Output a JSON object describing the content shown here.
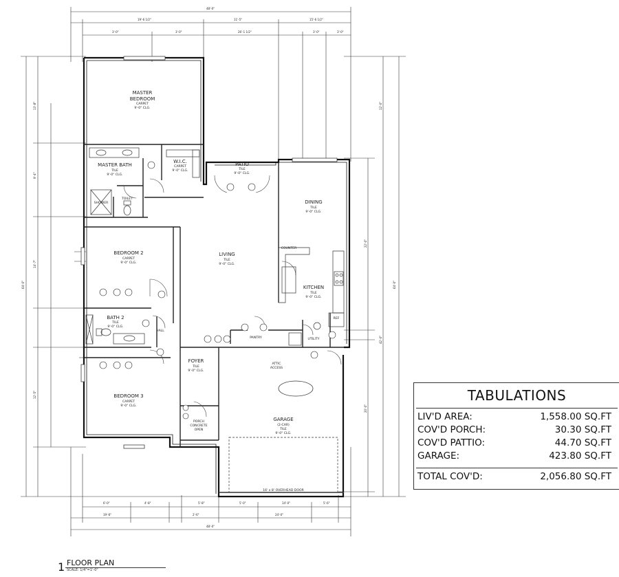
{
  "rooms": {
    "master_bedroom": {
      "name": "MASTER",
      "name2": "BEDROOM",
      "finish": "CARPET",
      "clg": "9'-0\" CLG."
    },
    "master_bath": {
      "name": "MASTER BATH",
      "finish": "TILE",
      "clg": "9'-0\" CLG."
    },
    "wic": {
      "name": "W.I.C.",
      "finish": "CARPET",
      "clg": "9'-0\" CLG."
    },
    "shower": {
      "name": "SHOWER"
    },
    "toilet": {
      "name": "TOILET"
    },
    "patio": {
      "name": "PATIO",
      "finish": "TILE",
      "clg": "9'-0\" CLG."
    },
    "dining": {
      "name": "DINING",
      "finish": "TILE",
      "clg": "9'-0\" CLG."
    },
    "bedroom2": {
      "name": "BEDROOM 2",
      "finish": "CARPET",
      "clg": "9'-0\" CLG."
    },
    "living": {
      "name": "LIVING",
      "finish": "TILE",
      "clg": "9'-0\" CLG."
    },
    "counter": {
      "name": "COUNTER"
    },
    "kitchen": {
      "name": "KITCHEN",
      "finish": "TILE",
      "clg": "9'-0\" CLG."
    },
    "bath2": {
      "name": "BATH 2",
      "finish": "TILE",
      "clg": "9'-0\" CLG."
    },
    "hall": {
      "name": "HALL"
    },
    "pantry": {
      "name": "PANTRY"
    },
    "utility": {
      "name": "UTILITY"
    },
    "ref": {
      "name": "REF"
    },
    "foyer": {
      "name": "FOYER",
      "finish": "TILE",
      "clg": "9'-0\" CLG."
    },
    "attic": {
      "name": "ATTIC",
      "name2": "ACCESS"
    },
    "garage": {
      "name": "GARAGE",
      "name2": "(2-CAR)",
      "finish": "TILE",
      "clg": "9'-0\" CLG."
    },
    "bedroom3": {
      "name": "BEDROOM 3",
      "finish": "CARPET",
      "clg": "9'-0\" CLG."
    },
    "porch": {
      "name": "PORCH",
      "finish": "CONCRETE",
      "clg": "OPEN"
    },
    "overhead_door": {
      "name": "16' x 8' OVERHEAD DOOR"
    }
  },
  "tabulations": {
    "title": "TABULATIONS",
    "rows": [
      {
        "label": "LIV'D AREA:",
        "value": "1,558.00 SQ.FT"
      },
      {
        "label": "COV'D PORCH:",
        "value": "30.30 SQ.FT"
      },
      {
        "label": "COV'D PATTIO:",
        "value": "44.70 SQ.FT"
      },
      {
        "label": "GARAGE:",
        "value": "423.80 SQ.FT"
      }
    ],
    "total": {
      "label": "TOTAL COV'D:",
      "value": "2,056.80 SQ.FT"
    }
  },
  "title_block": {
    "number": "1",
    "title": "FLOOR PLAN",
    "scale": "SCALE: 1/4\"=1'-0\""
  }
}
